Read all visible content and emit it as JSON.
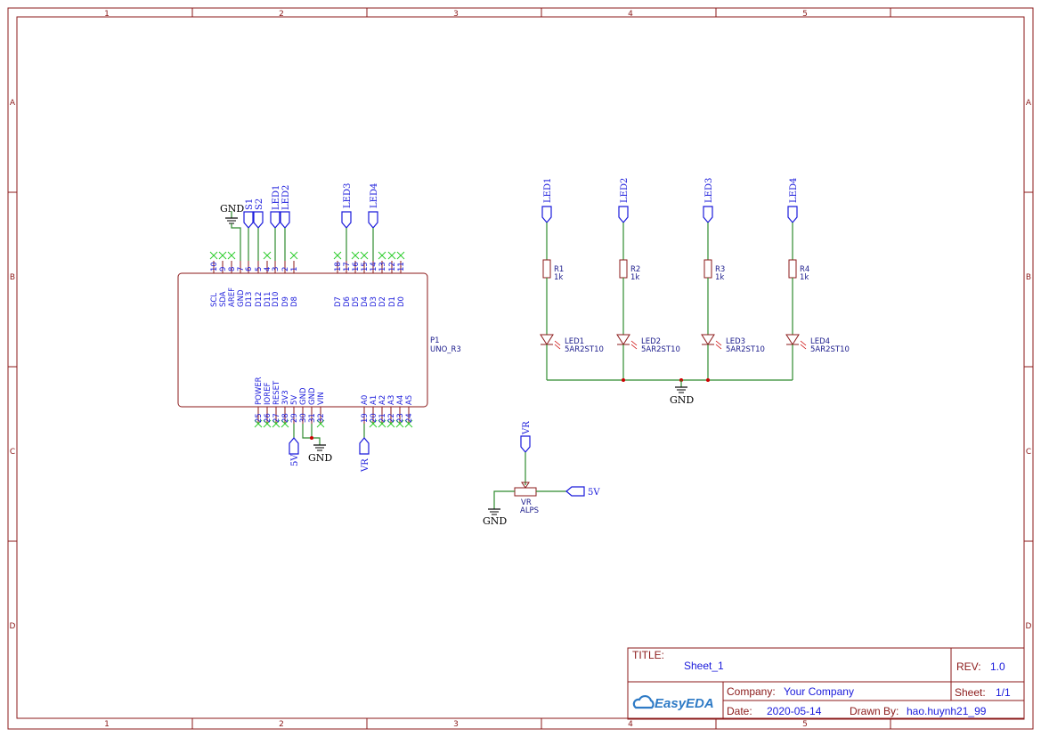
{
  "grid": {
    "columns": [
      "1",
      "2",
      "3",
      "4",
      "5"
    ],
    "rows": [
      "A",
      "B",
      "C",
      "D"
    ]
  },
  "arduino": {
    "ref": "P1",
    "value": "UNO_R3",
    "top_pins": [
      {
        "num": "10",
        "name": "SCL"
      },
      {
        "num": "9",
        "name": "SDA"
      },
      {
        "num": "8",
        "name": "AREF"
      },
      {
        "num": "7",
        "name": "GND"
      },
      {
        "num": "6",
        "name": "D13"
      },
      {
        "num": "5",
        "name": "D12"
      },
      {
        "num": "4",
        "name": "D11"
      },
      {
        "num": "3",
        "name": "D10"
      },
      {
        "num": "2",
        "name": "D9"
      },
      {
        "num": "1",
        "name": "D8"
      },
      {
        "num": "18",
        "name": "D7"
      },
      {
        "num": "17",
        "name": "D6"
      },
      {
        "num": "16",
        "name": "D5"
      },
      {
        "num": "15",
        "name": "D4"
      },
      {
        "num": "14",
        "name": "D3"
      },
      {
        "num": "13",
        "name": "D2"
      },
      {
        "num": "12",
        "name": "D1"
      },
      {
        "num": "11",
        "name": "D0"
      }
    ],
    "bottom_pins": [
      {
        "num": "25",
        "name": "POWER"
      },
      {
        "num": "26",
        "name": "IOREF"
      },
      {
        "num": "27",
        "name": "RESET"
      },
      {
        "num": "28",
        "name": "3V3"
      },
      {
        "num": "29",
        "name": "5V"
      },
      {
        "num": "30",
        "name": "GND"
      },
      {
        "num": "31",
        "name": "GND"
      },
      {
        "num": "32",
        "name": "VIN"
      },
      {
        "num": "19",
        "name": "A0"
      },
      {
        "num": "20",
        "name": "A1"
      },
      {
        "num": "21",
        "name": "A2"
      },
      {
        "num": "22",
        "name": "A3"
      },
      {
        "num": "23",
        "name": "A4"
      },
      {
        "num": "24",
        "name": "A5"
      }
    ]
  },
  "net_flags": {
    "gnd": "GND",
    "s1": "S1",
    "s2": "S2",
    "led1": "LED1",
    "led2": "LED2",
    "led3": "LED3",
    "led4": "LED4",
    "v5": "5V",
    "vr": "VR"
  },
  "resistors": [
    {
      "ref": "R1",
      "value": "1k"
    },
    {
      "ref": "R2",
      "value": "1k"
    },
    {
      "ref": "R3",
      "value": "1k"
    },
    {
      "ref": "R4",
      "value": "1k"
    }
  ],
  "leds": [
    {
      "ref": "LED1",
      "value": "5AR2ST10"
    },
    {
      "ref": "LED2",
      "value": "5AR2ST10"
    },
    {
      "ref": "LED3",
      "value": "5AR2ST10"
    },
    {
      "ref": "LED4",
      "value": "5AR2ST10"
    }
  ],
  "pot": {
    "ref": "VR",
    "value": "ALPS"
  },
  "title_block": {
    "title_label": "TITLE:",
    "title": "Sheet_1",
    "rev_label": "REV:",
    "rev": "1.0",
    "company_label": "Company:",
    "company": "Your Company",
    "sheet_label": "Sheet:",
    "sheet": "1/1",
    "date_label": "Date:",
    "date": "2020-05-14",
    "drawn_label": "Drawn By:",
    "drawn_by": "hao.huynh21_99",
    "logo": "EasyEDA"
  },
  "colors": {
    "frame": "#8b1a1a",
    "wire": "#2e8b2e",
    "pin_text": "#1a1adb",
    "no_connect": "#2ecc2e",
    "junction": "#cc0000"
  }
}
